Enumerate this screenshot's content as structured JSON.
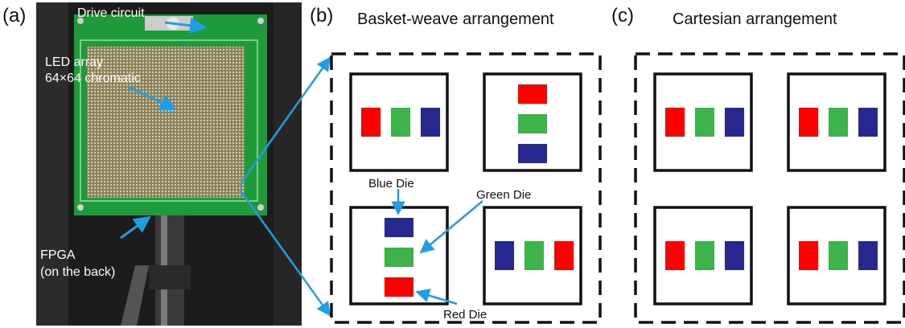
{
  "colors": {
    "red_die": "#ff0000",
    "green_die": "#3cb44b",
    "blue_die": "#27288f",
    "arrow": "#1f9ee6",
    "pcb_green": "#1f9a3a",
    "led_field": "#9a8f6a",
    "outline": "#111111"
  },
  "panel_a": {
    "letter": "(a)",
    "labels": {
      "drive_circuit": "Drive circuit",
      "led_array_1": "LED array",
      "led_array_2": "64×64 chromatic",
      "fpga_1": "FPGA",
      "fpga_2": "(on the back)"
    }
  },
  "panel_b": {
    "letter": "(b)",
    "title": "Basket-weave arrangement",
    "labels": {
      "blue_die": "Blue Die",
      "green_die": "Green Die",
      "red_die": "Red Die"
    },
    "cells": [
      {
        "orientation": "horizontal",
        "order": [
          "red",
          "green",
          "blue"
        ]
      },
      {
        "orientation": "vertical",
        "order": [
          "red",
          "green",
          "blue"
        ]
      },
      {
        "orientation": "vertical",
        "order": [
          "blue",
          "green",
          "red"
        ]
      },
      {
        "orientation": "horizontal",
        "order": [
          "blue",
          "green",
          "red"
        ]
      }
    ]
  },
  "panel_c": {
    "letter": "(c)",
    "title": "Cartesian arrangement",
    "cells": [
      {
        "orientation": "horizontal",
        "order": [
          "red",
          "green",
          "blue"
        ]
      },
      {
        "orientation": "horizontal",
        "order": [
          "red",
          "green",
          "blue"
        ]
      },
      {
        "orientation": "horizontal",
        "order": [
          "red",
          "green",
          "blue"
        ]
      },
      {
        "orientation": "horizontal",
        "order": [
          "red",
          "green",
          "blue"
        ]
      }
    ]
  }
}
